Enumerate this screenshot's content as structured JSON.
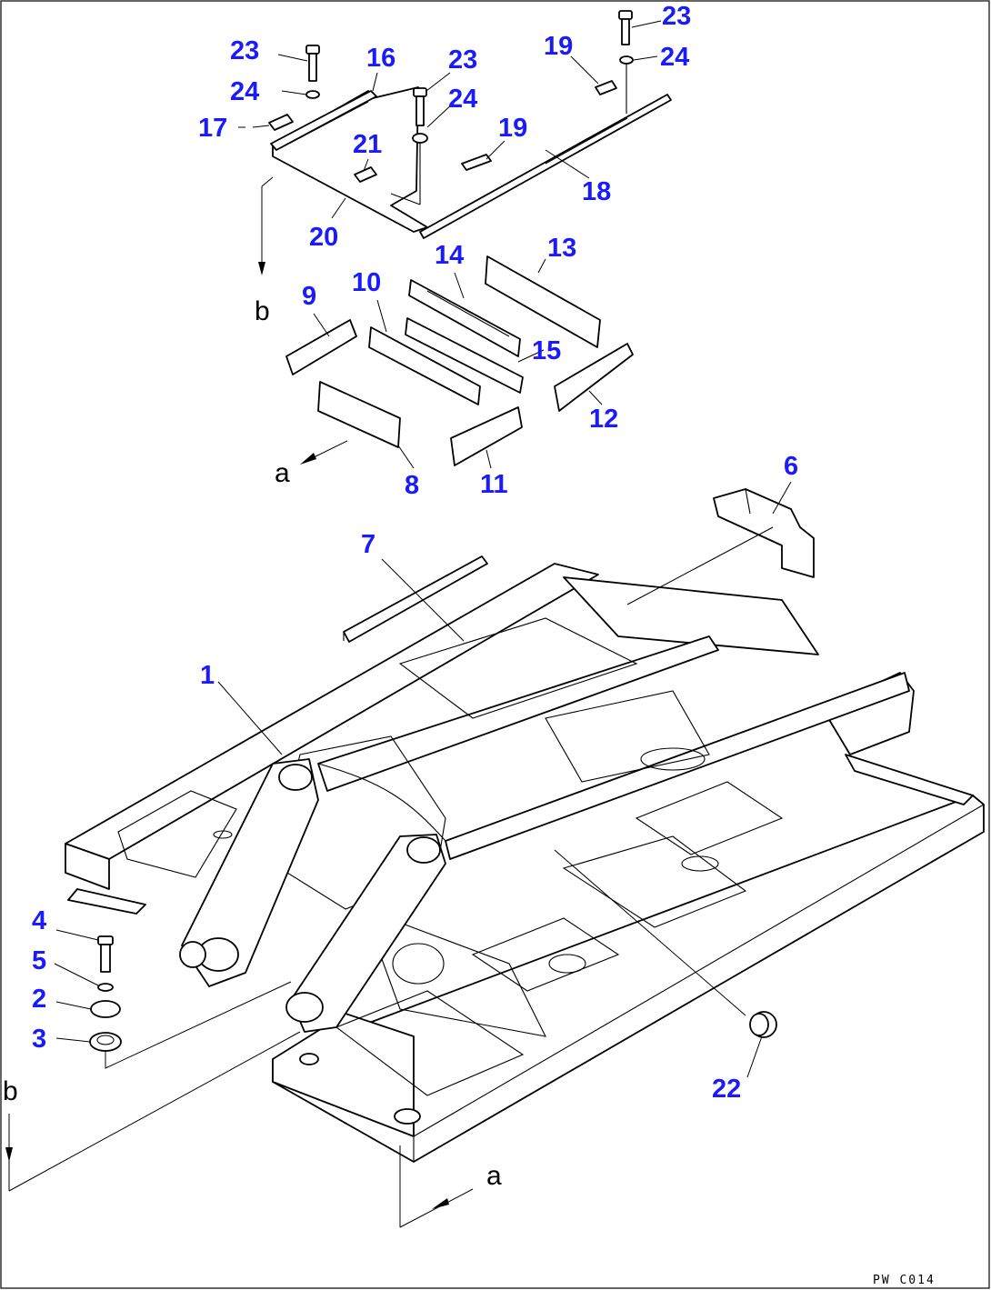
{
  "diagram": {
    "drawing_code": "PW C014",
    "view_markers": {
      "a": "a",
      "b": "b"
    },
    "callouts": {
      "c1": "1",
      "c2": "2",
      "c3": "3",
      "c4": "4",
      "c5": "5",
      "c6": "6",
      "c7": "7",
      "c8": "8",
      "c9": "9",
      "c10": "10",
      "c11": "11",
      "c12": "12",
      "c13": "13",
      "c14": "14",
      "c15": "15",
      "c16": "16",
      "c17": "17",
      "c18": "18",
      "c19": "19",
      "c20": "20",
      "c21": "21",
      "c22": "22",
      "c23": "23",
      "c24": "24"
    }
  }
}
